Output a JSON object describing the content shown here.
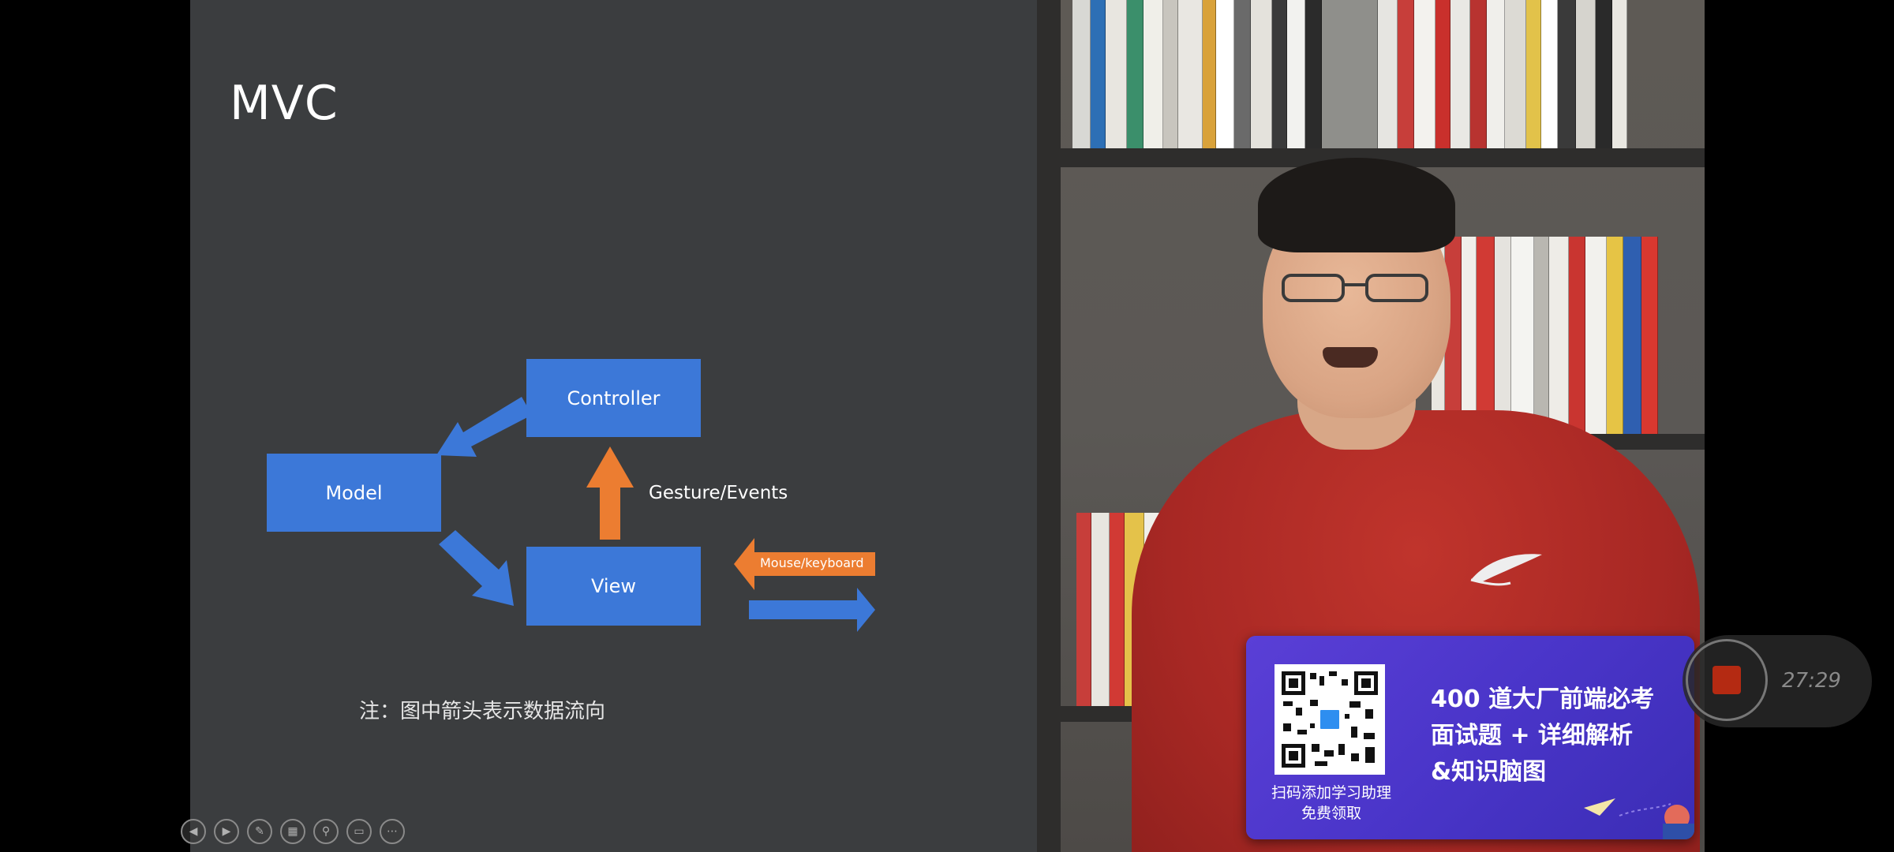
{
  "slide": {
    "title": "MVC",
    "diagram": {
      "controller_label": "Controller",
      "model_label": "Model",
      "view_label": "View",
      "gesture_label": "Gesture/Events",
      "mouse_label": "Mouse/keyboard"
    },
    "note": "注：图中箭头表示数据流向",
    "colors": {
      "box": "#3c78d8",
      "orange_arrow": "#ec7d31",
      "background": "#3b3d3f"
    },
    "toolbar": {
      "icons": [
        "prev-icon",
        "play-icon",
        "pen-icon",
        "slides-icon",
        "zoom-icon",
        "screen-icon",
        "more-icon"
      ],
      "glyphs": [
        "◀",
        "▶",
        "✎",
        "▦",
        "⚲",
        "▭",
        "⋯"
      ]
    }
  },
  "promo": {
    "qr_caption_line1": "扫码添加学习助理",
    "qr_caption_line2": "免费领取",
    "headline_line1": "400 道大厂前端必考",
    "headline_line2": "面试题 + 详细解析",
    "headline_line3": "&知识脑图",
    "accent": "#4a35c9"
  },
  "recorder": {
    "time": "27:29",
    "stop_color": "#b42a12"
  }
}
